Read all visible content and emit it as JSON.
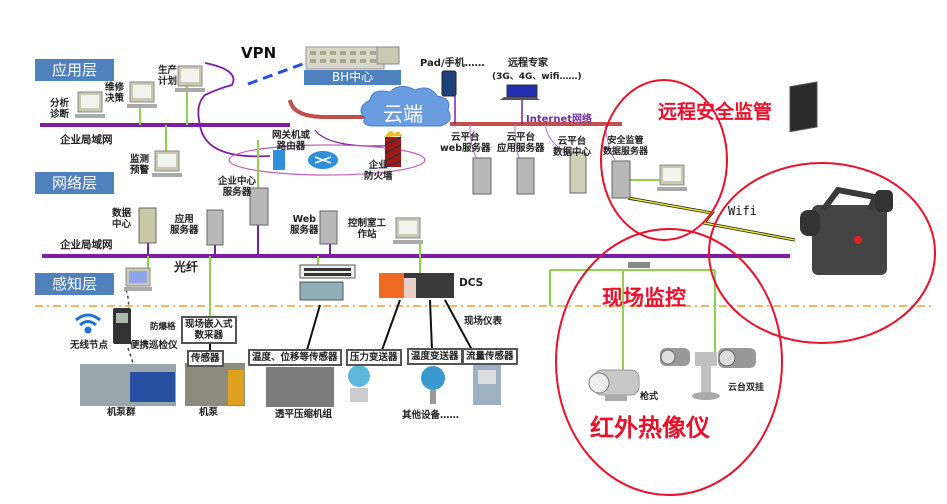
{
  "layers": {
    "application": "应用层",
    "network": "网络层",
    "perception": "感知层"
  },
  "networks": {
    "enterprise_lan_top": "企业局域网",
    "enterprise_lan_bottom": "企业局域网",
    "fiber": "光纤",
    "internet": "Internet网络",
    "vpn": "VPN",
    "wifi": "Wifi"
  },
  "application_layer": {
    "analysis": "分析\n诊断",
    "maintenance": "维修\n决策",
    "production": "生产\n计划",
    "monitoring": "监测\n预警"
  },
  "center": {
    "bh_center": "BH中心",
    "cloud": "云端",
    "gateway": "网关机或\n路由器",
    "firewall": "企业\n防火墙",
    "enterprise_server": "企业中心\n服务器"
  },
  "remote": {
    "pad": "Pad/手机……",
    "expert_title": "远程专家",
    "expert_sub": "(3G、4G、wifi……)",
    "cloud_web": "云平台\nweb服务器",
    "cloud_app": "云平台\n应用服务器",
    "cloud_data": "云平台\n数据中心",
    "safety_server": "安全监管\n数据服务器"
  },
  "network_layer": {
    "data_center": "数据\n中心",
    "app_server": "应用\n服务器",
    "web_server": "Web\n服务器",
    "control_station": "控制室工\n作站"
  },
  "perception_layer": {
    "wireless_node": "无线节点",
    "explosion_proof": "防爆格",
    "portable_inspector": "便携巡检仪",
    "embedded_collector": "现场嵌入式\n数采器",
    "sensor": "传感器",
    "temp_disp_sensor": "温度、位移等传感器",
    "pressure_tx": "压力变送器",
    "temp_tx": "温度变送器",
    "flow_sensor": "流量传感器",
    "dcs": "DCS",
    "field_instruments": "现场仪表",
    "pump_group": "机泵群",
    "pump": "机泵",
    "compressor": "透平压缩机组",
    "other_equipment": "其他设备……"
  },
  "highlights": {
    "remote_supervision": "远程安全监管",
    "onsite_monitoring": "现场监控",
    "ir_thermal_camera": "红外热像仪",
    "gun_type": "枪式",
    "ptz_dual": "云台双挂"
  },
  "colors": {
    "layer_tag": "#4f81bd",
    "lan_line": "#7b1fa2",
    "internet_line": "#c0504d",
    "drop_line": "#92d050",
    "highlight_red": "#e8102a",
    "divider": "#f0a030"
  }
}
